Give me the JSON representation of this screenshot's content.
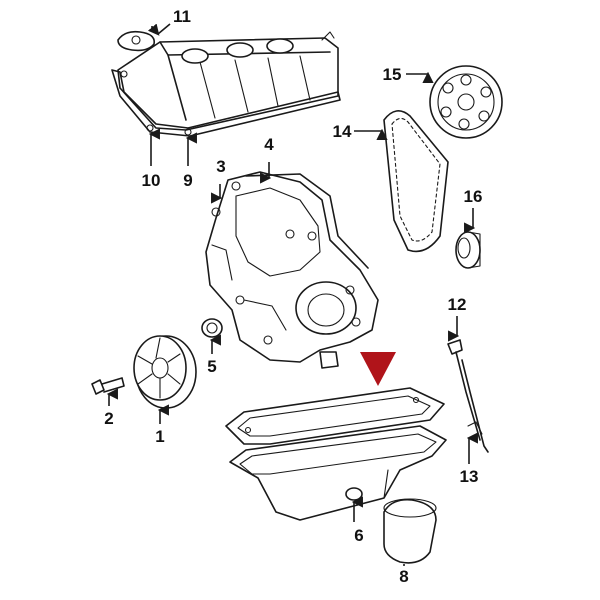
{
  "colors": {
    "line": "#1a1a1a",
    "marker": "#b0141a",
    "background": "#ffffff"
  },
  "callouts": [
    {
      "id": "1",
      "label": "1"
    },
    {
      "id": "2",
      "label": "2"
    },
    {
      "id": "3",
      "label": "3"
    },
    {
      "id": "4",
      "label": "4"
    },
    {
      "id": "5",
      "label": "5"
    },
    {
      "id": "6",
      "label": "6"
    },
    {
      "id": "8",
      "label": "8"
    },
    {
      "id": "9",
      "label": "9"
    },
    {
      "id": "10",
      "label": "10"
    },
    {
      "id": "11",
      "label": "11"
    },
    {
      "id": "12",
      "label": "12"
    },
    {
      "id": "13",
      "label": "13"
    },
    {
      "id": "14",
      "label": "14"
    },
    {
      "id": "15",
      "label": "15"
    },
    {
      "id": "16",
      "label": "16"
    }
  ],
  "marker": {
    "shape": "triangle",
    "points_to": "oil-pan-gasket"
  }
}
